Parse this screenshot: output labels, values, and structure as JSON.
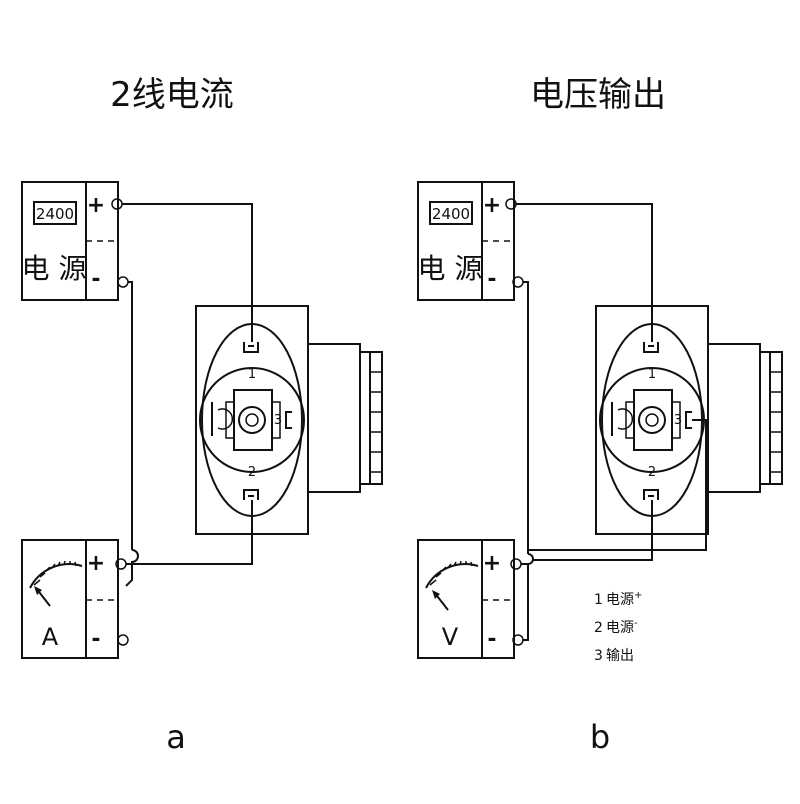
{
  "titles": {
    "left": "2线电流",
    "right": "电压输出"
  },
  "power_supply": {
    "display": "2400",
    "label": "电 源",
    "plus": "+",
    "minus": "-"
  },
  "meters": {
    "ammeter_label": "A",
    "voltmeter_label": "V",
    "plus": "+",
    "minus": "-"
  },
  "terminals": {
    "t1": "1",
    "t2": "2",
    "t3": "3"
  },
  "legend": [
    {
      "num": "1",
      "text": "电源",
      "sign": "+"
    },
    {
      "num": "2",
      "text": "电源",
      "sign": "-"
    },
    {
      "num": "3",
      "text": "输出",
      "sign": ""
    }
  ],
  "captions": {
    "left": "a",
    "right": "b"
  }
}
